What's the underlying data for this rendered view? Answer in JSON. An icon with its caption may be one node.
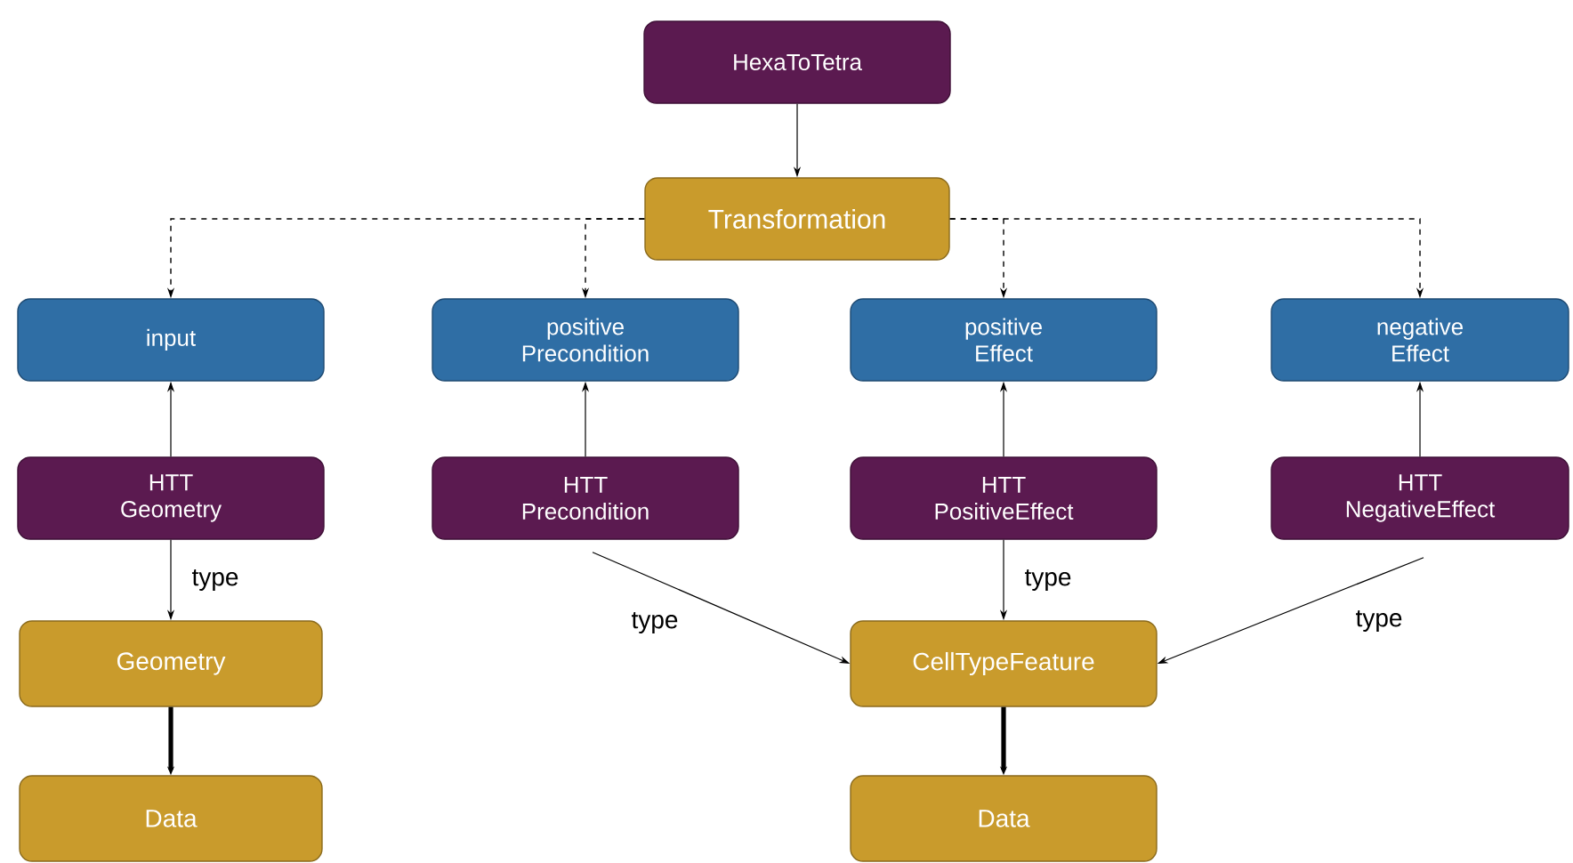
{
  "diagram": {
    "nodes": [
      {
        "text": [
          "HexaToTetra"
        ]
      },
      {
        "text": [
          "Transformation"
        ]
      },
      {
        "text": [
          "input"
        ]
      },
      {
        "text": [
          "positive Precondition"
        ]
      },
      {
        "text": [
          "positive Effect"
        ]
      },
      {
        "text": [
          "negative Effect"
        ]
      },
      {
        "text": [
          "HTT Geometry"
        ]
      },
      {
        "text": [
          "HTT Precondition"
        ]
      },
      {
        "text": [
          "HTT PositiveEffect"
        ]
      },
      {
        "text": [
          "HTT NegativeEffect"
        ]
      },
      {
        "text": [
          "Geometry"
        ]
      },
      {
        "text": [
          "CellTypeFeature"
        ]
      },
      {
        "text": [
          "Data"
        ]
      },
      {
        "text": [
          "Data"
        ]
      }
    ],
    "edges": [
      {
        "from": 0,
        "to": 1,
        "arrow": "to"
      },
      {
        "from": 1,
        "to": 2,
        "arrow": "to",
        "style": "dashed"
      },
      {
        "from": 1,
        "to": 3,
        "arrow": "to",
        "style": "dashed"
      },
      {
        "from": 1,
        "to": 4,
        "arrow": "to",
        "style": "dashed"
      },
      {
        "from": 1,
        "to": 5,
        "arrow": "to",
        "style": "dashed"
      },
      {
        "from": 6,
        "to": 2,
        "arrow": "to"
      },
      {
        "from": 7,
        "to": 3,
        "arrow": "to"
      },
      {
        "from": 8,
        "to": 4,
        "arrow": "to"
      },
      {
        "from": 9,
        "to": 5,
        "arrow": "to"
      },
      {
        "from": 6,
        "to": 10,
        "arrow": "to",
        "label": "type"
      },
      {
        "from": 7,
        "to": 11,
        "arrow": "to",
        "label": "type"
      },
      {
        "from": 8,
        "to": 11,
        "arrow": "to",
        "label": "type"
      },
      {
        "from": 9,
        "to": 11,
        "arrow": "to",
        "label": "type"
      },
      {
        "from": 10,
        "to": 12,
        "arrow": "to",
        "style": "thick"
      },
      {
        "from": 11,
        "to": 13,
        "arrow": "to",
        "style": "thick"
      }
    ]
  }
}
